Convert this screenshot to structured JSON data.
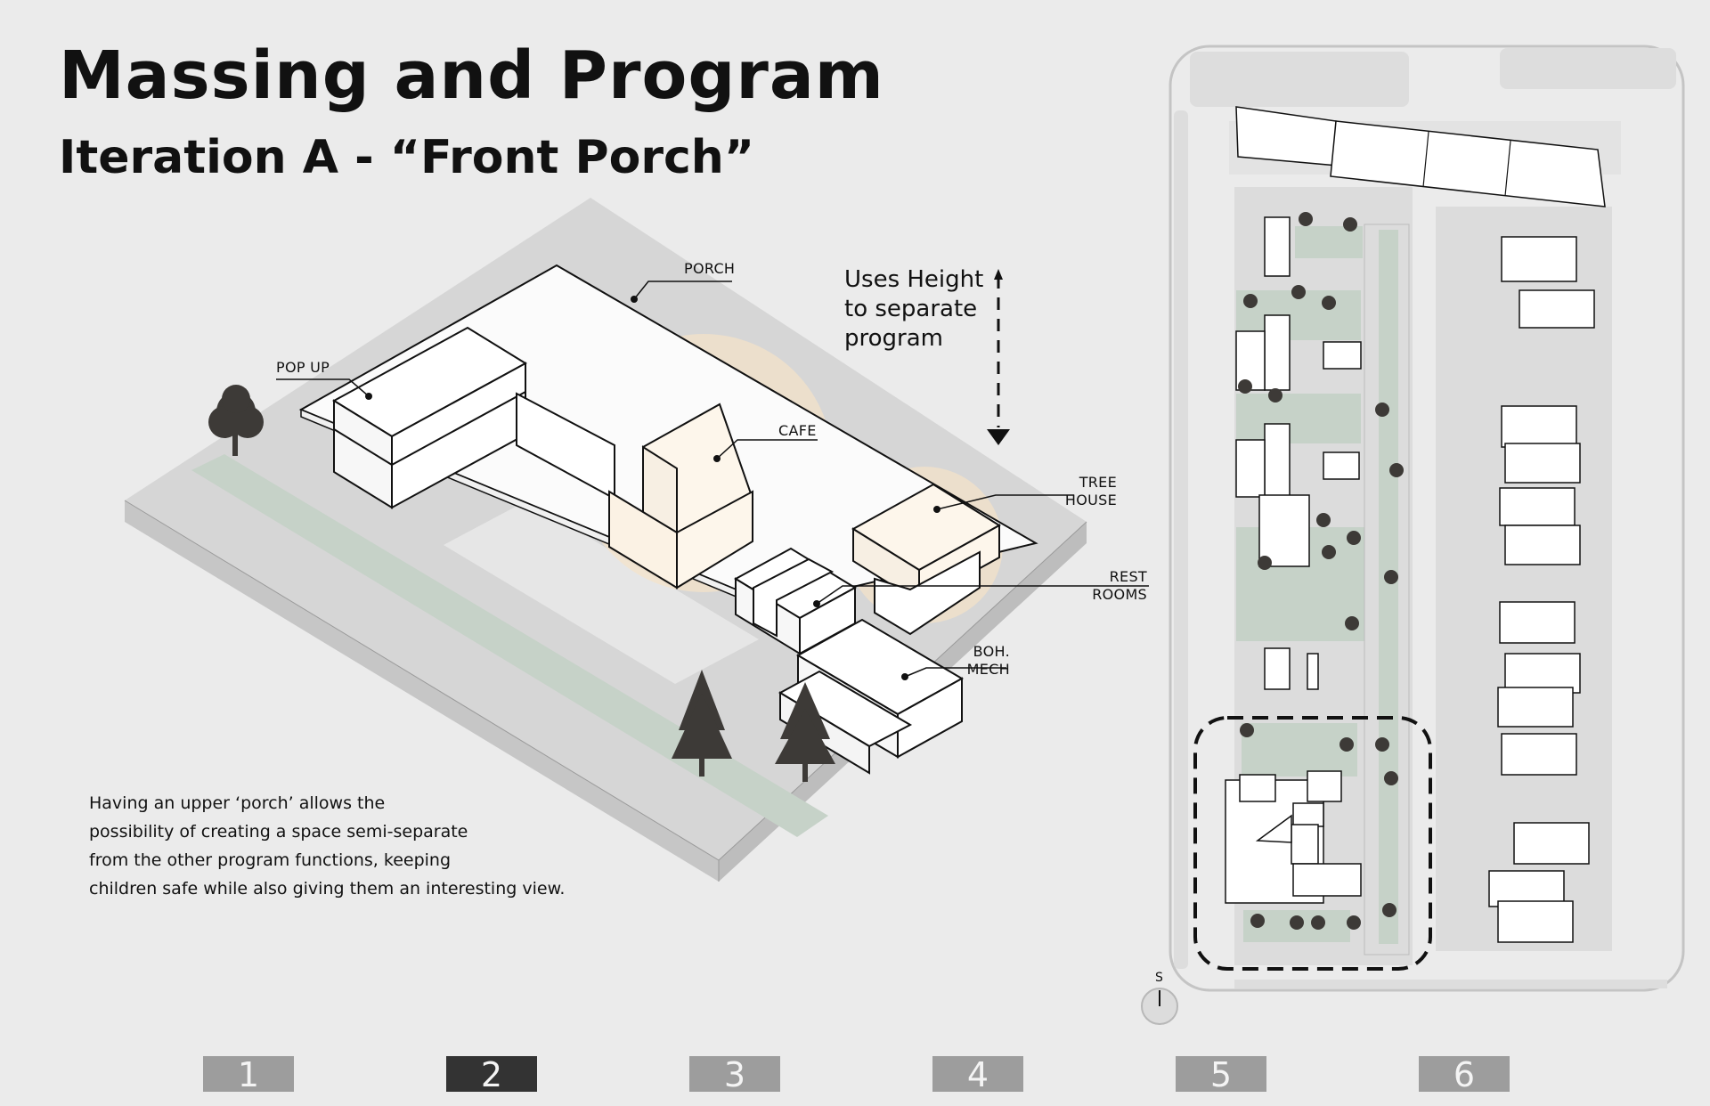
{
  "title": "Massing and Program",
  "subtitle": "Iteration A - “Front Porch”",
  "note": [
    "Uses Height",
    "to separate",
    "program"
  ],
  "description": [
    "Having an upper ‘porch’ allows the",
    "possibility of creating a space semi-separate",
    "from the other program functions, keeping",
    "children safe while also giving them an interesting view."
  ],
  "labels": {
    "porch": "PORCH",
    "pop_up": "POP UP",
    "cafe": "CAFE",
    "tree_house": [
      "TREE",
      "HOUSE"
    ],
    "rest_rooms": [
      "REST",
      "ROOMS"
    ],
    "boh_mech": [
      "BOH.",
      "MECH"
    ]
  },
  "compass": "S",
  "pagination": [
    {
      "label": "1",
      "active": false
    },
    {
      "label": "2",
      "active": true
    },
    {
      "label": "3",
      "active": false
    },
    {
      "label": "4",
      "active": false
    },
    {
      "label": "5",
      "active": false
    },
    {
      "label": "6",
      "active": false
    }
  ],
  "colors": {
    "background": "#ebebeb",
    "ground": "#d4d4d4",
    "green": "#c9d3cb",
    "highlight": "#f6e6cc",
    "tree": "#3d3a37",
    "nav_inactive": "#9d9d9d",
    "nav_active": "#333333"
  }
}
